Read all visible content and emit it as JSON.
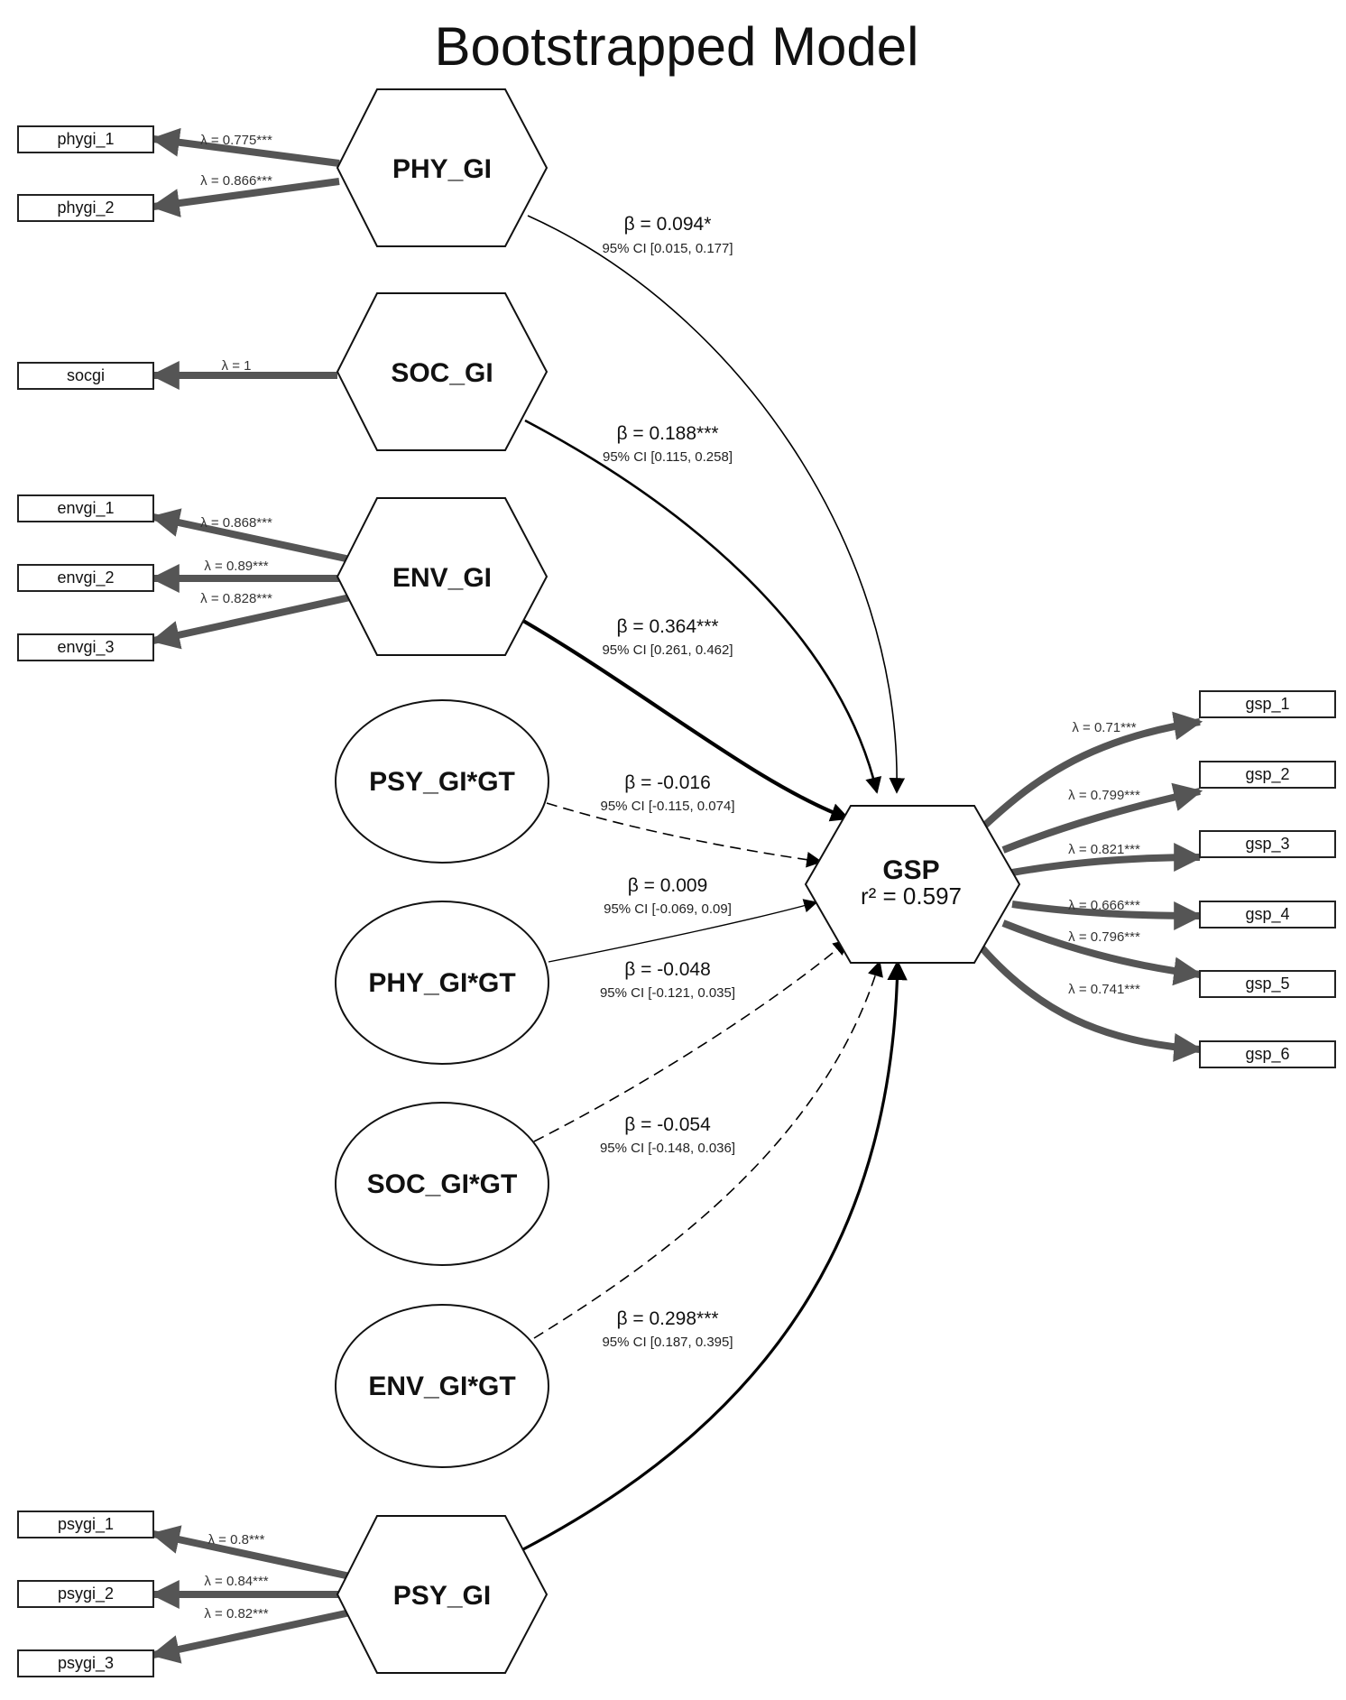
{
  "title": "Bootstrapped Model",
  "colors": {
    "loading": "#555555",
    "path": "#000000",
    "node_stroke": "#111111",
    "background": "#ffffff"
  },
  "nodes": {
    "PHY_GI": {
      "label": "PHY_GI",
      "shape": "hexagon"
    },
    "SOC_GI": {
      "label": "SOC_GI",
      "shape": "hexagon"
    },
    "ENV_GI": {
      "label": "ENV_GI",
      "shape": "hexagon"
    },
    "PSY_GI": {
      "label": "PSY_GI",
      "shape": "hexagon"
    },
    "GSP": {
      "label": "GSP",
      "sublabel": "r² = 0.597",
      "shape": "hexagon"
    },
    "PSY_GI_GT": {
      "label": "PSY_GI*GT",
      "shape": "ellipse"
    },
    "PHY_GI_GT": {
      "label": "PHY_GI*GT",
      "shape": "ellipse"
    },
    "SOC_GI_GT": {
      "label": "SOC_GI*GT",
      "shape": "ellipse"
    },
    "ENV_GI_GT": {
      "label": "ENV_GI*GT",
      "shape": "ellipse"
    }
  },
  "indicators": {
    "phygi_1": "phygi_1",
    "phygi_2": "phygi_2",
    "socgi": "socgi",
    "envgi_1": "envgi_1",
    "envgi_2": "envgi_2",
    "envgi_3": "envgi_3",
    "psygi_1": "psygi_1",
    "psygi_2": "psygi_2",
    "psygi_3": "psygi_3",
    "gsp_1": "gsp_1",
    "gsp_2": "gsp_2",
    "gsp_3": "gsp_3",
    "gsp_4": "gsp_4",
    "gsp_5": "gsp_5",
    "gsp_6": "gsp_6"
  },
  "loadings": {
    "phygi_1": "λ = 0.775***",
    "phygi_2": "λ = 0.866***",
    "socgi": "λ = 1",
    "envgi_1": "λ = 0.868***",
    "envgi_2": "λ = 0.89***",
    "envgi_3": "λ = 0.828***",
    "psygi_1": "λ = 0.8***",
    "psygi_2": "λ = 0.84***",
    "psygi_3": "λ = 0.82***",
    "gsp_1": "λ = 0.71***",
    "gsp_2": "λ = 0.799***",
    "gsp_3": "λ = 0.821***",
    "gsp_4": "λ = 0.666***",
    "gsp_5": "λ = 0.796***",
    "gsp_6": "λ = 0.741***"
  },
  "paths": {
    "PHY_GI": {
      "beta": "β = 0.094*",
      "ci": "95% CI [0.015, 0.177]",
      "style": "solid",
      "weight": "thin"
    },
    "SOC_GI": {
      "beta": "β = 0.188***",
      "ci": "95% CI [0.115, 0.258]",
      "style": "solid",
      "weight": "medium"
    },
    "ENV_GI": {
      "beta": "β = 0.364***",
      "ci": "95% CI [0.261, 0.462]",
      "style": "solid",
      "weight": "thick"
    },
    "PSY_GI_GT": {
      "beta": "β = -0.016",
      "ci": "95% CI [-0.115, 0.074]",
      "style": "dashed",
      "weight": "thin"
    },
    "PHY_GI_GT": {
      "beta": "β = 0.009",
      "ci": "95% CI [-0.069, 0.09]",
      "style": "solid",
      "weight": "thin"
    },
    "SOC_GI_GT": {
      "beta": "β = -0.048",
      "ci": "95% CI [-0.121, 0.035]",
      "style": "dashed",
      "weight": "thin"
    },
    "ENV_GI_GT": {
      "beta": "β = -0.054",
      "ci": "95% CI [-0.148, 0.036]",
      "style": "dashed",
      "weight": "thin"
    },
    "PSY_GI": {
      "beta": "β = 0.298***",
      "ci": "95% CI [0.187, 0.395]",
      "style": "solid",
      "weight": "medium"
    }
  }
}
